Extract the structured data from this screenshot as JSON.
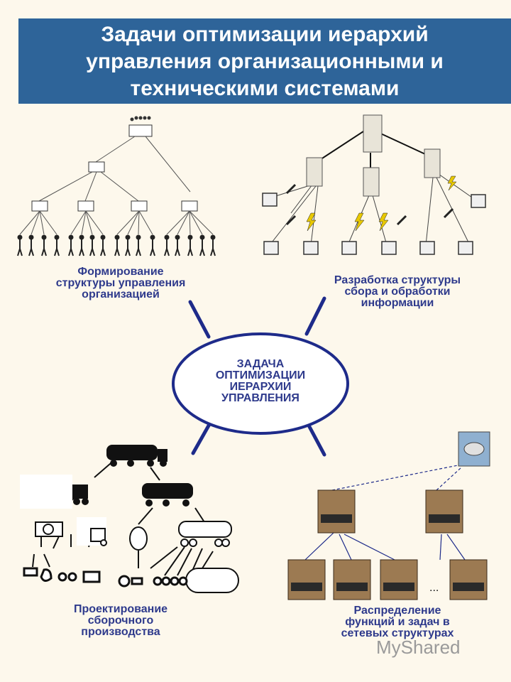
{
  "title": {
    "line1": "Задачи оптимизации иерархий",
    "line2": "управления  организационными и",
    "line3": "техническими системами"
  },
  "center": {
    "line1": "ЗАДАЧА",
    "line2": "ОПТИМИЗАЦИИ",
    "line3": "ИЕРАРХИИ",
    "line4": "УПРАВЛЕНИЯ"
  },
  "captions": {
    "org": [
      "Формирование",
      "структуры управления",
      "организацией"
    ],
    "info": [
      "Разработка структуры",
      "сбора и обработки",
      "информации"
    ],
    "prod": [
      "Проектирование",
      "сборочного",
      "производства"
    ],
    "net": [
      "Распределение",
      "функций и задач в",
      "сетевых структурах"
    ]
  },
  "net_ellipsis": "...",
  "watermark": "MyShared",
  "colors": {
    "title_bg": "#2e6499",
    "caption": "#2e3a8c",
    "ellipse": "#1e2b8a",
    "background": "#fdf8ec"
  }
}
